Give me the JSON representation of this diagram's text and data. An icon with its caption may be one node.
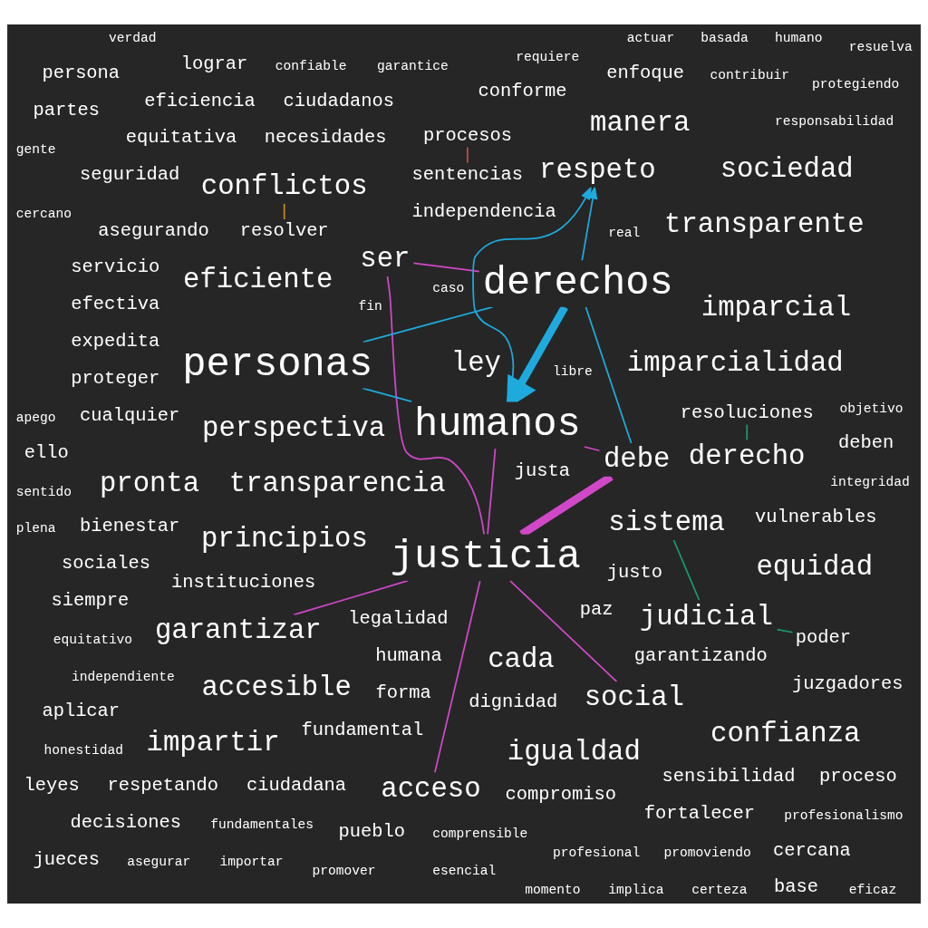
{
  "diagram": {
    "nodes": [
      {
        "text": [
          "ser"
        ]
      },
      {
        "text": [
          "derechos"
        ]
      },
      {
        "text": [
          "debe"
        ]
      },
      {
        "text": [
          "humanos"
        ]
      },
      {
        "text": [
          "justicia"
        ]
      },
      {
        "text": [
          "accesible"
        ]
      },
      {
        "text": [
          "sistema"
        ]
      },
      {
        "text": [
          "justa"
        ]
      },
      {
        "text": [
          "siempre"
        ]
      },
      {
        "text": [
          "judicial"
        ]
      },
      {
        "text": [
          "eficiente"
        ]
      },
      {
        "text": [
          "transparente"
        ]
      },
      {
        "text": [
          "respeto"
        ]
      },
      {
        "text": [
          "imparcial"
        ]
      },
      {
        "text": [
          "eficaz"
        ]
      },
      {
        "text": [
          "equitativo"
        ]
      },
      {
        "text": [
          "equitativa"
        ]
      },
      {
        "text": [
          "garantizar"
        ]
      },
      {
        "text": [
          "cercana"
        ]
      },
      {
        "text": [
          "independiente"
        ]
      },
      {
        "text": [
          "proceso"
        ]
      },
      {
        "text": [
          "cada"
        ]
      },
      {
        "text": [
          "sociedad"
        ]
      },
      {
        "text": [
          "libre"
        ]
      },
      {
        "text": [
          "protegiendo"
        ]
      },
      {
        "text": [
          "contribuir"
        ]
      },
      {
        "text": [
          "fundamentales"
        ]
      },
      {
        "text": [
          "acceso"
        ]
      },
      {
        "text": [
          "enfoque"
        ]
      },
      {
        "text": [
          "garantizando"
        ]
      },
      {
        "text": [
          "ley"
        ]
      },
      {
        "text": [
          "persona"
        ]
      },
      {
        "text": [
          "manera"
        ]
      },
      {
        "text": [
          "pronta"
        ]
      },
      {
        "text": [
          "cercano"
        ]
      },
      {
        "text": [
          "poder"
        ]
      },
      {
        "text": [
          "garantice"
        ]
      },
      {
        "text": [
          "humano"
        ]
      },
      {
        "text": [
          "confiable"
        ]
      },
      {
        "text": [
          "justo"
        ]
      },
      {
        "text": [
          "dignidad"
        ]
      },
      {
        "text": [
          "servicio"
        ]
      },
      {
        "text": [
          "efectiva"
        ]
      },
      {
        "text": [
          "expedita"
        ]
      },
      {
        "text": [
          "respetando"
        ]
      },
      {
        "text": [
          "compromiso"
        ]
      },
      {
        "text": [
          "humana"
        ]
      },
      {
        "text": [
          "asegurar"
        ]
      },
      {
        "text": [
          "importar"
        ]
      },
      {
        "text": [
          "impartir"
        ]
      },
      {
        "text": [
          "pueblo"
        ]
      },
      {
        "text": [
          "lograr"
        ]
      },
      {
        "text": [
          "comprensible"
        ]
      },
      {
        "text": [
          "forma"
        ]
      },
      {
        "text": [
          "basada"
        ]
      },
      {
        "text": [
          "gente"
        ]
      },
      {
        "text": [
          "esencial"
        ]
      },
      {
        "text": [
          "caso"
        ]
      },
      {
        "text": [
          "asegurando"
        ]
      },
      {
        "text": [
          "igualdad"
        ]
      },
      {
        "text": [
          "imparcialidad"
        ]
      },
      {
        "text": [
          "deben"
        ]
      },
      {
        "text": [
          "personas"
        ]
      },
      {
        "text": [
          "fundamental"
        ]
      },
      {
        "text": [
          "real"
        ]
      },
      {
        "text": [
          "fin"
        ]
      },
      {
        "text": [
          "responsabilidad"
        ]
      },
      {
        "text": [
          "independencia"
        ]
      },
      {
        "text": [
          "ello"
        ]
      },
      {
        "text": [
          "objetivo"
        ]
      },
      {
        "text": [
          "sentido"
        ]
      },
      {
        "text": [
          "requiere"
        ]
      },
      {
        "text": [
          "apego"
        ]
      },
      {
        "text": [
          "momento"
        ]
      },
      {
        "text": [
          "legalidad"
        ]
      },
      {
        "text": [
          "equidad"
        ]
      },
      {
        "text": [
          "confianza"
        ]
      },
      {
        "text": [
          "vulnerables"
        ]
      },
      {
        "text": [
          "proteger"
        ]
      },
      {
        "text": [
          "aplicar"
        ]
      },
      {
        "text": [
          "perspectiva"
        ]
      },
      {
        "text": [
          "fortalecer"
        ]
      },
      {
        "text": [
          "transparencia"
        ]
      },
      {
        "text": [
          "profesionalismo"
        ]
      },
      {
        "text": [
          "profesional"
        ]
      },
      {
        "text": [
          "juzgadores"
        ]
      },
      {
        "text": [
          "necesidades"
        ]
      },
      {
        "text": [
          "ciudadana"
        ]
      },
      {
        "text": [
          "honestidad"
        ]
      },
      {
        "text": [
          "conflictos"
        ]
      },
      {
        "text": [
          "implica"
        ]
      },
      {
        "text": [
          "promover"
        ]
      },
      {
        "text": [
          "actuar"
        ]
      },
      {
        "text": [
          "paz"
        ]
      },
      {
        "text": [
          "ciudadanos"
        ]
      },
      {
        "text": [
          "instituciones"
        ]
      },
      {
        "text": [
          "conforme"
        ]
      },
      {
        "text": [
          "seguridad"
        ]
      },
      {
        "text": [
          "resuelva"
        ]
      },
      {
        "text": [
          "sensibilidad"
        ]
      },
      {
        "text": [
          "promoviendo"
        ]
      },
      {
        "text": [
          "verdad"
        ]
      },
      {
        "text": [
          "principios"
        ]
      },
      {
        "text": [
          "partes"
        ]
      },
      {
        "text": [
          "jueces"
        ]
      },
      {
        "text": [
          "procesos"
        ]
      },
      {
        "text": [
          "sociales"
        ]
      },
      {
        "text": [
          "cualquier"
        ]
      },
      {
        "text": [
          "eficiencia"
        ]
      },
      {
        "text": [
          "decisiones"
        ]
      },
      {
        "text": [
          "bienestar"
        ]
      },
      {
        "text": [
          "integridad"
        ]
      },
      {
        "text": [
          "plena"
        ]
      },
      {
        "text": [
          "certeza"
        ]
      },
      {
        "text": [
          "leyes"
        ]
      },
      {
        "text": [
          "base"
        ]
      },
      {
        "text": [
          "resolver"
        ]
      },
      {
        "text": [
          "social"
        ]
      },
      {
        "text": [
          "sentencias"
        ]
      },
      {
        "text": [
          "resoluciones"
        ]
      },
      {
        "text": [
          "derecho"
        ]
      }
    ],
    "edges": [
      {
        "from": 1,
        "to": 3,
        "arrow": "to",
        "style": "thick",
        "color": "#1eaadd"
      },
      {
        "from": 1,
        "to": 12,
        "arrow": "to",
        "color": "#1eaadd"
      },
      {
        "from": 3,
        "to": 12,
        "arrow": "to",
        "color": "#1eaadd"
      },
      {
        "from": 2,
        "to": 4,
        "arrow": "none",
        "style": "thick"
      },
      {
        "from": 2,
        "to": 3,
        "arrow": "none"
      },
      {
        "from": 1,
        "to": 0,
        "arrow": "none"
      },
      {
        "from": 0,
        "to": 4,
        "arrow": "none"
      },
      {
        "from": 3,
        "to": 4,
        "arrow": "none"
      },
      {
        "from": 2,
        "to": 1,
        "arrow": "none",
        "color": "#1eaadd"
      },
      {
        "from": 4,
        "to": 27,
        "arrow": "none"
      },
      {
        "from": 4,
        "to": 17,
        "arrow": "none"
      },
      {
        "from": 4,
        "to": 117,
        "arrow": "none"
      },
      {
        "from": 3,
        "to": 62,
        "arrow": "none",
        "color": "#1eaadd"
      },
      {
        "from": 1,
        "to": 62,
        "arrow": "none",
        "color": "#1eaadd"
      },
      {
        "from": 6,
        "to": 9,
        "arrow": "none",
        "color": "#1a9a6a"
      },
      {
        "from": 9,
        "to": 35,
        "arrow": "none",
        "color": "#1a9a6a"
      },
      {
        "from": 89,
        "to": 116,
        "arrow": "none",
        "color": "#c08a20"
      },
      {
        "from": 105,
        "to": 118,
        "arrow": "none",
        "color": "#c84a4a"
      },
      {
        "from": 119,
        "to": 120,
        "arrow": "none",
        "color": "#1a9a6a"
      }
    ]
  }
}
